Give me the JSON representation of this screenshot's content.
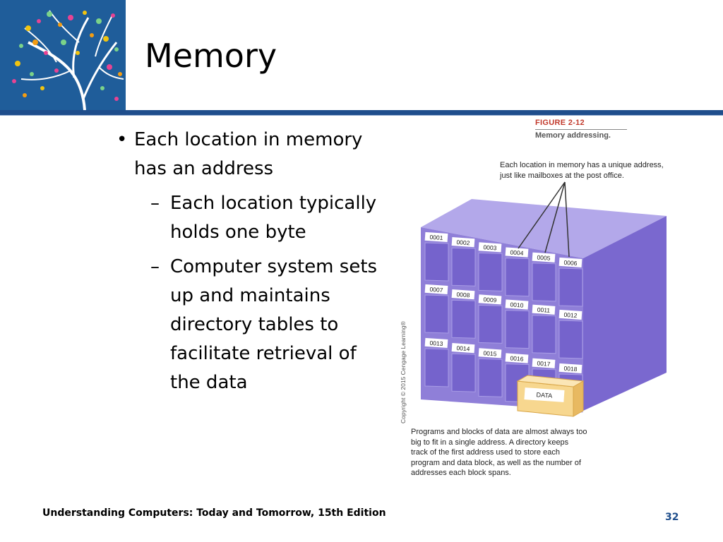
{
  "slide": {
    "title": "Memory",
    "bullets": [
      {
        "text": "Each location in memory has an address",
        "marker": "•"
      },
      {
        "text": "Each location typically holds one byte",
        "marker": "–"
      },
      {
        "text": "Computer system sets up and maintains directory tables to facilitate retrieval of the data",
        "marker": "–"
      }
    ],
    "footer": "Understanding Computers: Today and Tomorrow, 15th Edition",
    "page_number": "32"
  },
  "figure": {
    "number": "FIGURE 2-12",
    "caption": "Memory addressing.",
    "callout_top": "Each location in memory has a unique address, just like mailboxes at the post office.",
    "callout_bottom": "Programs and blocks of data are almost always too big to fit in a single address. A directory keeps track of the first address used to store each program and data block, as well as the number of addresses each block spans.",
    "copyright": "Copyright © 2015 Cengage Learning®",
    "addresses": [
      "0001",
      "0002",
      "0003",
      "0004",
      "0005",
      "0006",
      "0007",
      "0008",
      "0009",
      "0010",
      "0011",
      "0012",
      "0013",
      "0014",
      "0015",
      "0016",
      "0017",
      "0018"
    ],
    "data_label": "DATA",
    "colors": {
      "cabinet_front": "#8f7fd8",
      "cabinet_side": "#7a68cf",
      "cabinet_top": "#b3a8ea",
      "data_box": "#f7d78f"
    }
  }
}
